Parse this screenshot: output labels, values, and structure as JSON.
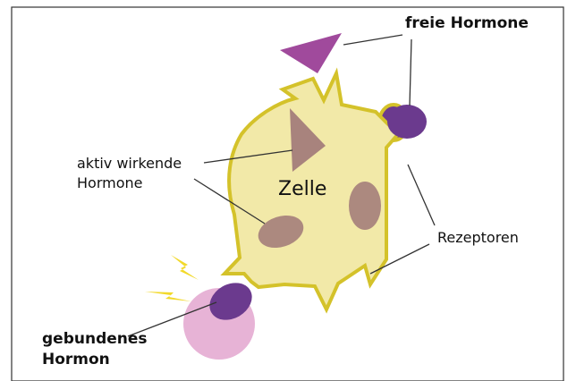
{
  "labels": {
    "free_hormones": "freie Hormone",
    "active_hormones_line1": "aktiv wirkende",
    "active_hormones_line2": "Hormone",
    "cell": "Zelle",
    "receptors": "Rezeptoren",
    "bound_hormone_line1": "gebundenes",
    "bound_hormone_line2": "Hormon"
  },
  "colors": {
    "frame": "#333333",
    "cell_fill": "#f2e9a8",
    "cell_outline": "#d4c22a",
    "hormone_purple": "#6b3a8e",
    "hormone_magenta": "#a04a9c",
    "active_hormone": "#a07878",
    "binding_protein": "#e7b3d6",
    "spark": "#f2d92a",
    "leader_line": "#333333"
  }
}
